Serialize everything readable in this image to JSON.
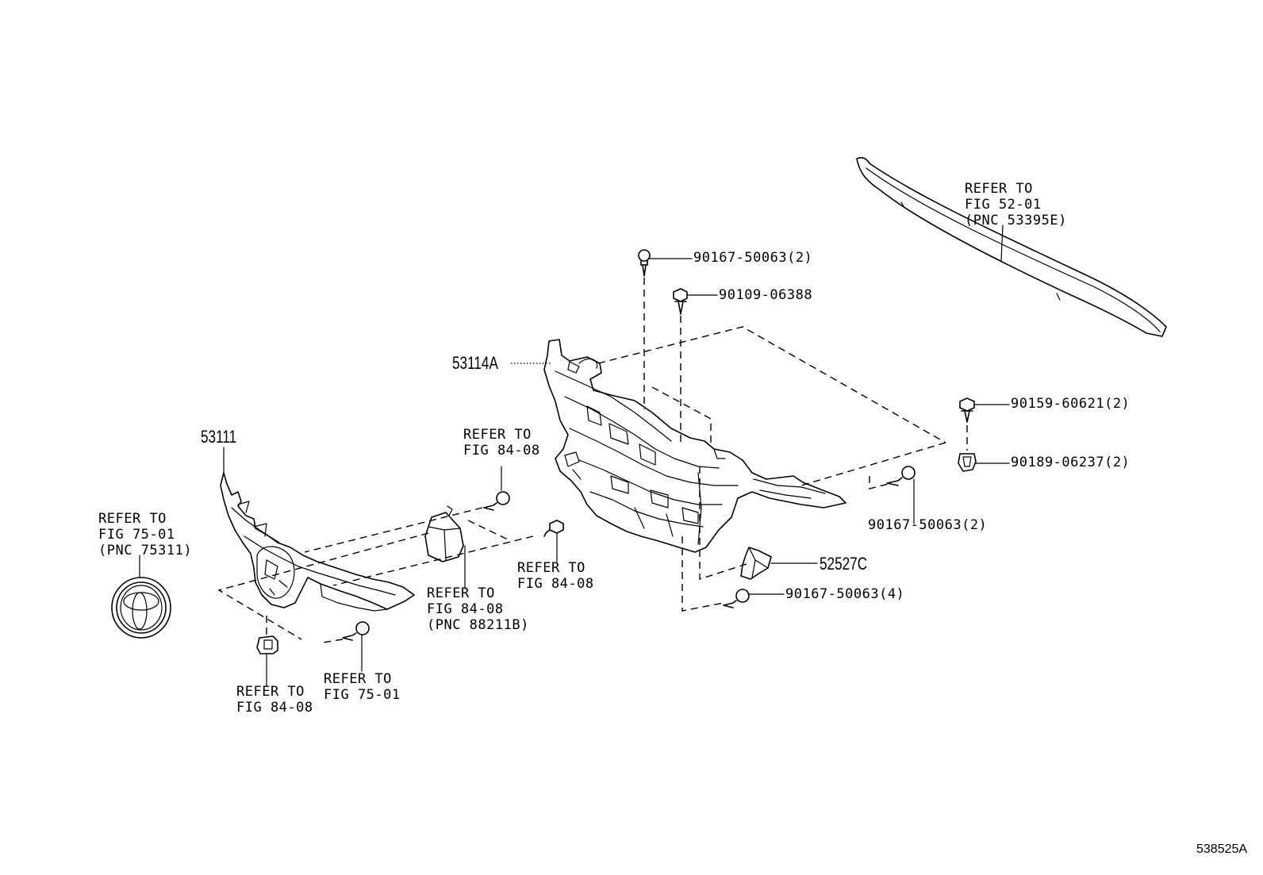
{
  "figure_number": "538525A",
  "callouts": {
    "c_53111": "53111",
    "c_53114A": "53114A",
    "c_52527C": "52527C",
    "c_90167_50063_2_top": "90167-50063(2)",
    "c_90109_06388": "90109-06388",
    "c_90159_60621_2": "90159-60621(2)",
    "c_90189_06237_2": "90189-06237(2)",
    "c_90167_50063_2_right": "90167-50063(2)",
    "c_90167_50063_4": "90167-50063(4)"
  },
  "references": {
    "ref_52_01": [
      "REFER TO",
      "FIG 52-01",
      "(PNC 53395E)"
    ],
    "ref_75_01_emblem": [
      "REFER TO",
      "FIG 75-01",
      "(PNC 75311)"
    ],
    "ref_84_08_bolt_top": [
      "REFER TO",
      "FIG 84-08"
    ],
    "ref_84_08_bolt_right": [
      "REFER TO",
      "FIG 84-08"
    ],
    "ref_84_08_sensor": [
      "REFER TO",
      "FIG 84-08",
      "(PNC 88211B)"
    ],
    "ref_84_08_clip": [
      "REFER TO",
      "FIG 84-08"
    ],
    "ref_75_01_screw": [
      "REFER TO",
      "FIG 75-01"
    ]
  }
}
